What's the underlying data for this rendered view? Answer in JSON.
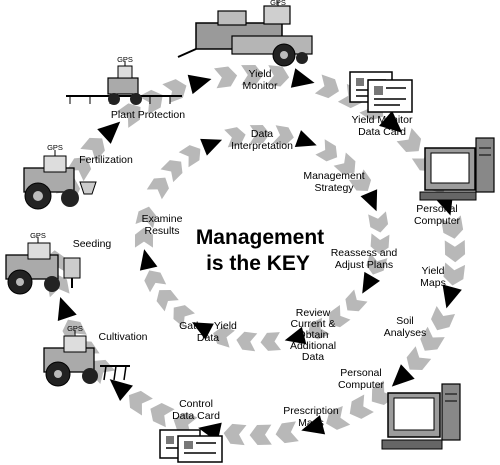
{
  "title": {
    "line1": "Management",
    "line2": "is the KEY"
  },
  "gps_label": "GPS",
  "outer_cycle": [
    {
      "id": "yield-monitor",
      "lines": [
        "Yield",
        "Monitor"
      ]
    },
    {
      "id": "yield-monitor-data-card",
      "lines": [
        "Yield Monitor",
        "Data Card"
      ]
    },
    {
      "id": "personal-computer-1",
      "lines": [
        "Personal",
        "Computer"
      ]
    },
    {
      "id": "yield-maps",
      "lines": [
        "Yield",
        "Maps"
      ]
    },
    {
      "id": "soil-analyses",
      "lines": [
        "Soil",
        "Analyses"
      ]
    },
    {
      "id": "personal-computer-2",
      "lines": [
        "Personal",
        "Computer"
      ]
    },
    {
      "id": "prescription-maps",
      "lines": [
        "Prescription",
        "Maps"
      ]
    },
    {
      "id": "control-data-card",
      "lines": [
        "Control",
        "Data Card"
      ]
    },
    {
      "id": "cultivation",
      "lines": [
        "Cultivation"
      ]
    },
    {
      "id": "seeding",
      "lines": [
        "Seeding"
      ]
    },
    {
      "id": "fertilization",
      "lines": [
        "Fertilization"
      ]
    },
    {
      "id": "plant-protection",
      "lines": [
        "Plant Protection"
      ]
    }
  ],
  "inner_cycle": [
    {
      "id": "data-interpretation",
      "lines": [
        "Data",
        "Interpretation"
      ]
    },
    {
      "id": "management-strategy",
      "lines": [
        "Management",
        "Strategy"
      ]
    },
    {
      "id": "reassess-adjust-plans",
      "lines": [
        "Reassess and",
        "Adjust Plans"
      ]
    },
    {
      "id": "review-current-obtain-data",
      "lines": [
        "Review",
        "Current &",
        "Obtain",
        "Additional",
        "Data"
      ]
    },
    {
      "id": "gather-yield-data",
      "lines": [
        "Gather Yield",
        "Data"
      ]
    },
    {
      "id": "examine-results",
      "lines": [
        "Examine",
        "Results"
      ]
    }
  ],
  "icons": [
    "combine-harvester-icon",
    "data-card-icon",
    "personal-computer-icon",
    "sprayer-tractor-icon",
    "fertilizer-tractor-icon",
    "seeder-tractor-icon",
    "cultivator-tractor-icon"
  ]
}
